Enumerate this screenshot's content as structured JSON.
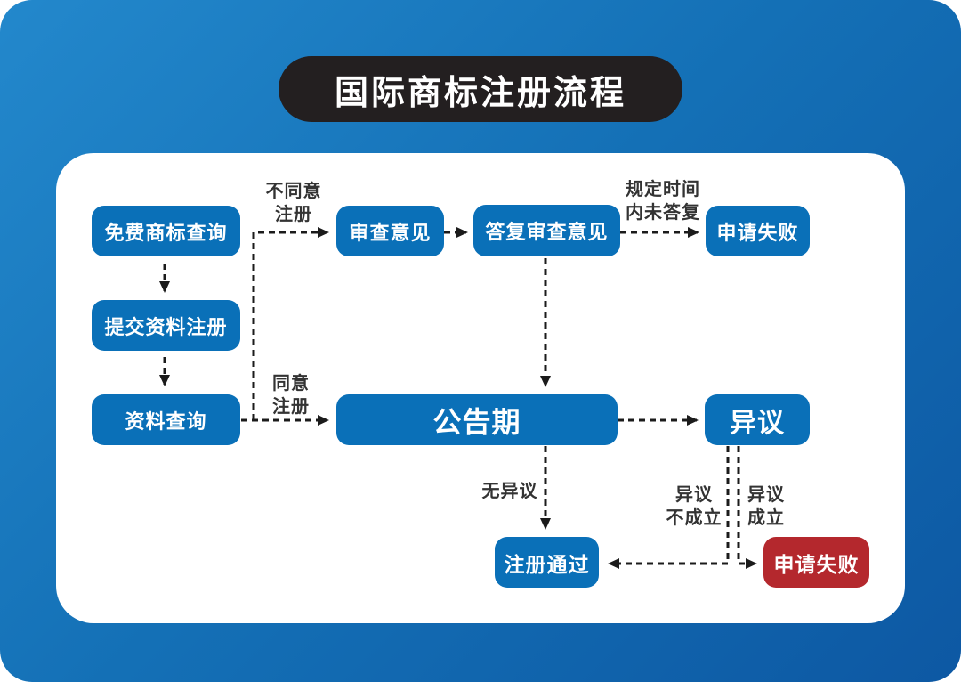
{
  "title": "国际商标注册流程",
  "colors": {
    "background_top": "#2388cc",
    "background_bottom": "#0d58a3",
    "panel": "#ffffff",
    "title_pill": "#231f20",
    "node_blue": "#0a70b8",
    "node_red": "#b4282d",
    "node_text": "#ffffff",
    "edge": "#1b1b1b",
    "edge_label_text": "#333333"
  },
  "nodes": {
    "free_search": "免费商标查询",
    "submit": "提交资料注册",
    "data_search": "资料查询",
    "exam_opinion": "审查意见",
    "reply_opinion": "答复审查意见",
    "fail_top": "申请失败",
    "announcement": "公告期",
    "objection": "异议",
    "registered": "注册通过",
    "fail_bottom": "申请失败"
  },
  "edge_labels": {
    "disagree": "不同意\n注册",
    "agree": "同意\n注册",
    "no_reply": "规定时间\n内未答复",
    "no_objection": "无异议",
    "objection_rejected": "异议\n不成立",
    "objection_upheld": "异议\n成立"
  }
}
